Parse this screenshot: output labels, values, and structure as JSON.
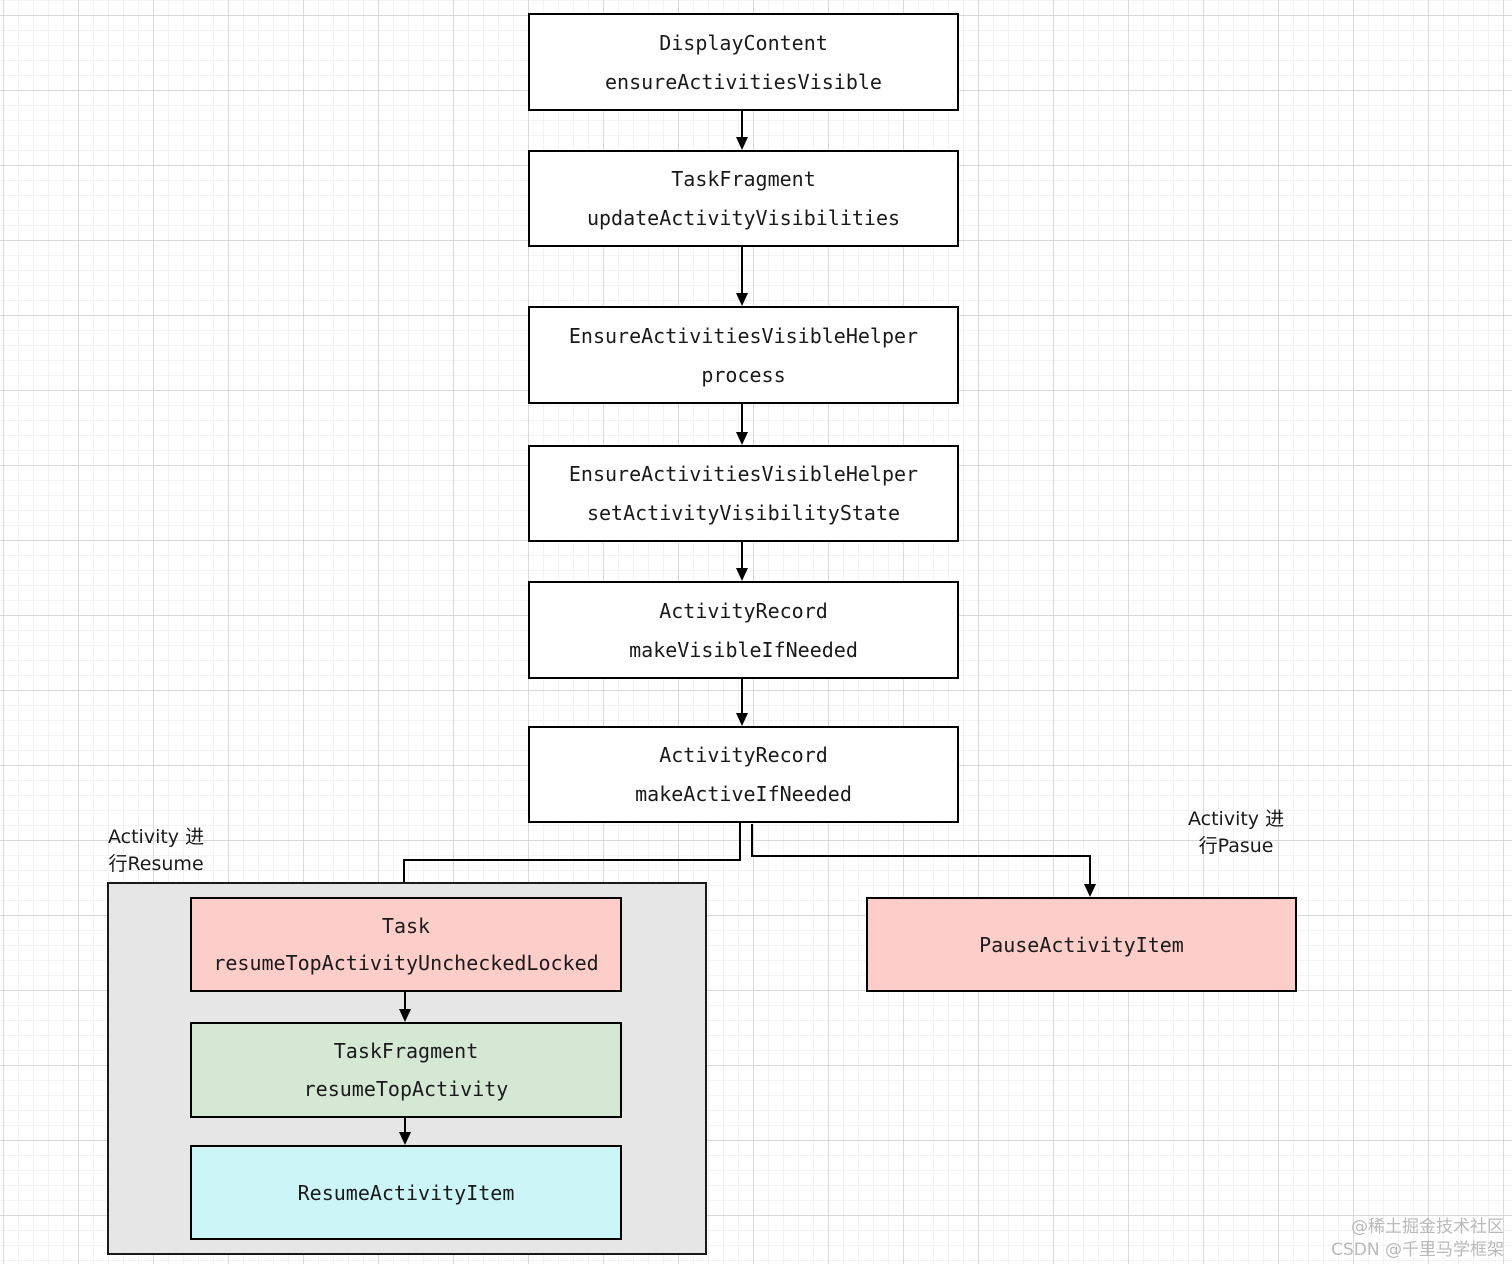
{
  "flow": {
    "main_chain": [
      {
        "class": "DisplayContent",
        "method": "ensureActivitiesVisible"
      },
      {
        "class": "TaskFragment",
        "method": "updateActivityVisibilities"
      },
      {
        "class": "EnsureActivitiesVisibleHelper",
        "method": "process"
      },
      {
        "class": "EnsureActivitiesVisibleHelper",
        "method": "setActivityVisibilityState"
      },
      {
        "class": "ActivityRecord",
        "method": "makeVisibleIfNeeded"
      },
      {
        "class": "ActivityRecord",
        "method": "makeActiveIfNeeded"
      }
    ],
    "resume_branch": {
      "label_line1": "Activity 进",
      "label_line2": "行Resume",
      "steps": [
        {
          "class": "Task",
          "method": "resumeTopActivityUncheckedLocked",
          "fill": "#fdcdca"
        },
        {
          "class": "TaskFragment",
          "method": "resumeTopActivity",
          "fill": "#d5e8d4"
        },
        {
          "class": "ResumeActivityItem",
          "fill": "#ccf5f8"
        }
      ],
      "group_fill": "#e6e6e6"
    },
    "pause_branch": {
      "label_line1": "Activity 进",
      "label_line2": "行Pasue",
      "node": {
        "class": "PauseActivityItem",
        "fill": "#fdcdca"
      }
    }
  },
  "colors": {
    "node_border": "#000000",
    "node_fill_default": "#ffffff",
    "pink": "#fdcdca",
    "green": "#d5e8d4",
    "cyan": "#ccf5f8",
    "group_gray": "#e6e6e6",
    "grid_major": "#d9d9d9",
    "grid_minor": "#f3f3f3",
    "watermark_gray": "#b9b9b9"
  },
  "watermark": {
    "line1": "@稀土掘金技术社区",
    "line2": "CSDN @千里马学框架"
  }
}
